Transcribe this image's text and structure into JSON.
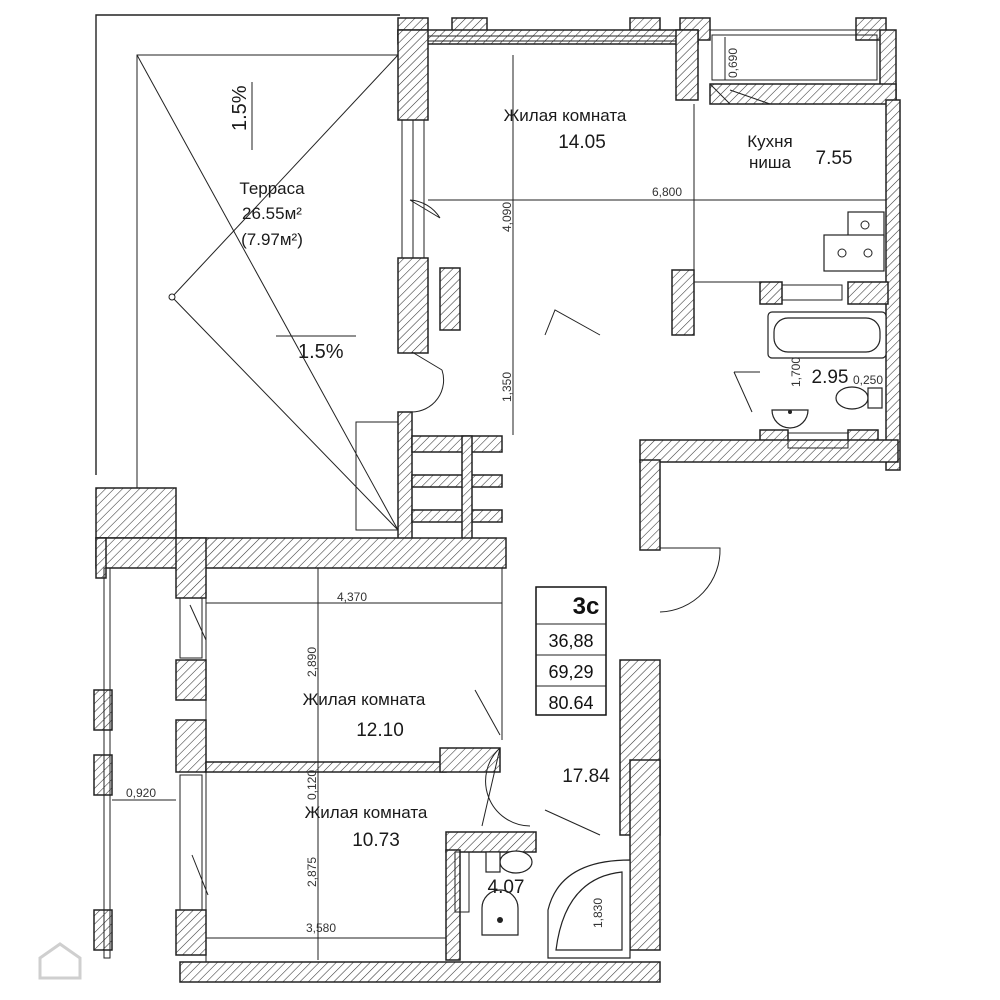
{
  "plan": {
    "unit_badge": {
      "title": "3с",
      "values": [
        "36,88",
        "69,29",
        "80.64"
      ]
    },
    "rooms": {
      "terrace": {
        "name": "Терраса",
        "area": "26.55м²",
        "reduced_area": "(7.97м²)"
      },
      "living_top": {
        "name": "Жилая комната",
        "area": "14.05"
      },
      "kitchen": {
        "name_line1": "Кухня",
        "name_line2": "ниша",
        "area": "7.55"
      },
      "bath_top": {
        "area": "2.95"
      },
      "living_mid": {
        "name": "Жилая комната",
        "area": "12.10"
      },
      "living_bottom": {
        "name": "Жилая комната",
        "area": "10.73"
      },
      "hall": {
        "area": "17.84"
      },
      "bath_bottom": {
        "area": "4.07"
      }
    },
    "slopes": [
      "1.5%",
      "1.5%"
    ],
    "dimensions": {
      "d_0690": "0,690",
      "d_4090": "4,090",
      "d_6800": "6,800",
      "d_1350": "1,350",
      "d_1700": "1,700",
      "d_0250": "0,250",
      "d_4370": "4,370",
      "d_2890": "2,890",
      "d_0120": "0,120",
      "d_0920": "0,920",
      "d_2875": "2,875",
      "d_1830": "1,830",
      "d_3580": "3,580"
    }
  }
}
